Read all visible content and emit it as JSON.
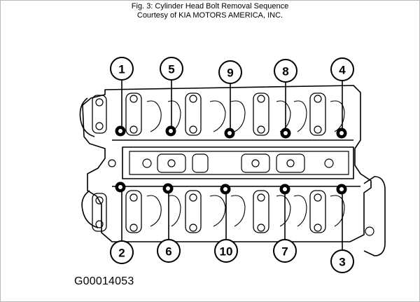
{
  "caption": {
    "title": "Fig. 3: Cylinder Head Bolt Removal Sequence",
    "credit": "Courtesy of KIA MOTORS AMERICA, INC."
  },
  "figure_code": "G00014053",
  "sequence_labels": [
    "1",
    "2",
    "3",
    "4",
    "5",
    "6",
    "7",
    "8",
    "9",
    "10"
  ]
}
